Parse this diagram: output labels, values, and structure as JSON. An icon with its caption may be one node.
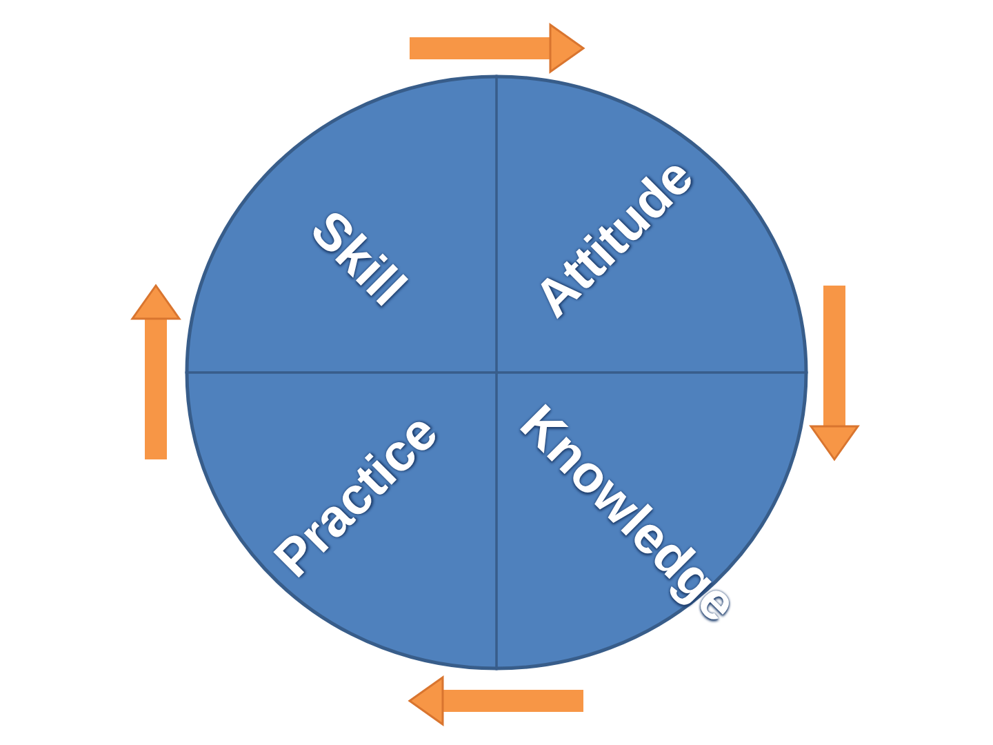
{
  "diagram": {
    "nodes": [
      {
        "text": [],
        "shape": "circle"
      },
      {
        "text": [
          "Skill"
        ],
        "in": 0
      },
      {
        "text": [
          "Attitude"
        ],
        "in": 0
      },
      {
        "text": [
          "Practice"
        ],
        "in": 0
      },
      {
        "text": [
          "Knowledge"
        ],
        "in": 0
      }
    ]
  }
}
